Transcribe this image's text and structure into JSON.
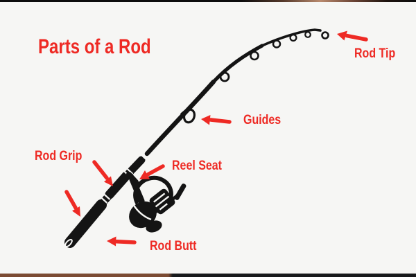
{
  "colors": {
    "background": "#f6f6f4",
    "accent": "#ee2a24",
    "ink": "#141414",
    "frame_brown": "#7b4b33"
  },
  "title": "Parts of a Rod",
  "labels": {
    "rod_tip": "Rod Tip",
    "guides": "Guides",
    "rod_grip": "Rod Grip",
    "reel_seat": "Reel Seat",
    "rod_butt": "Rod Butt"
  }
}
